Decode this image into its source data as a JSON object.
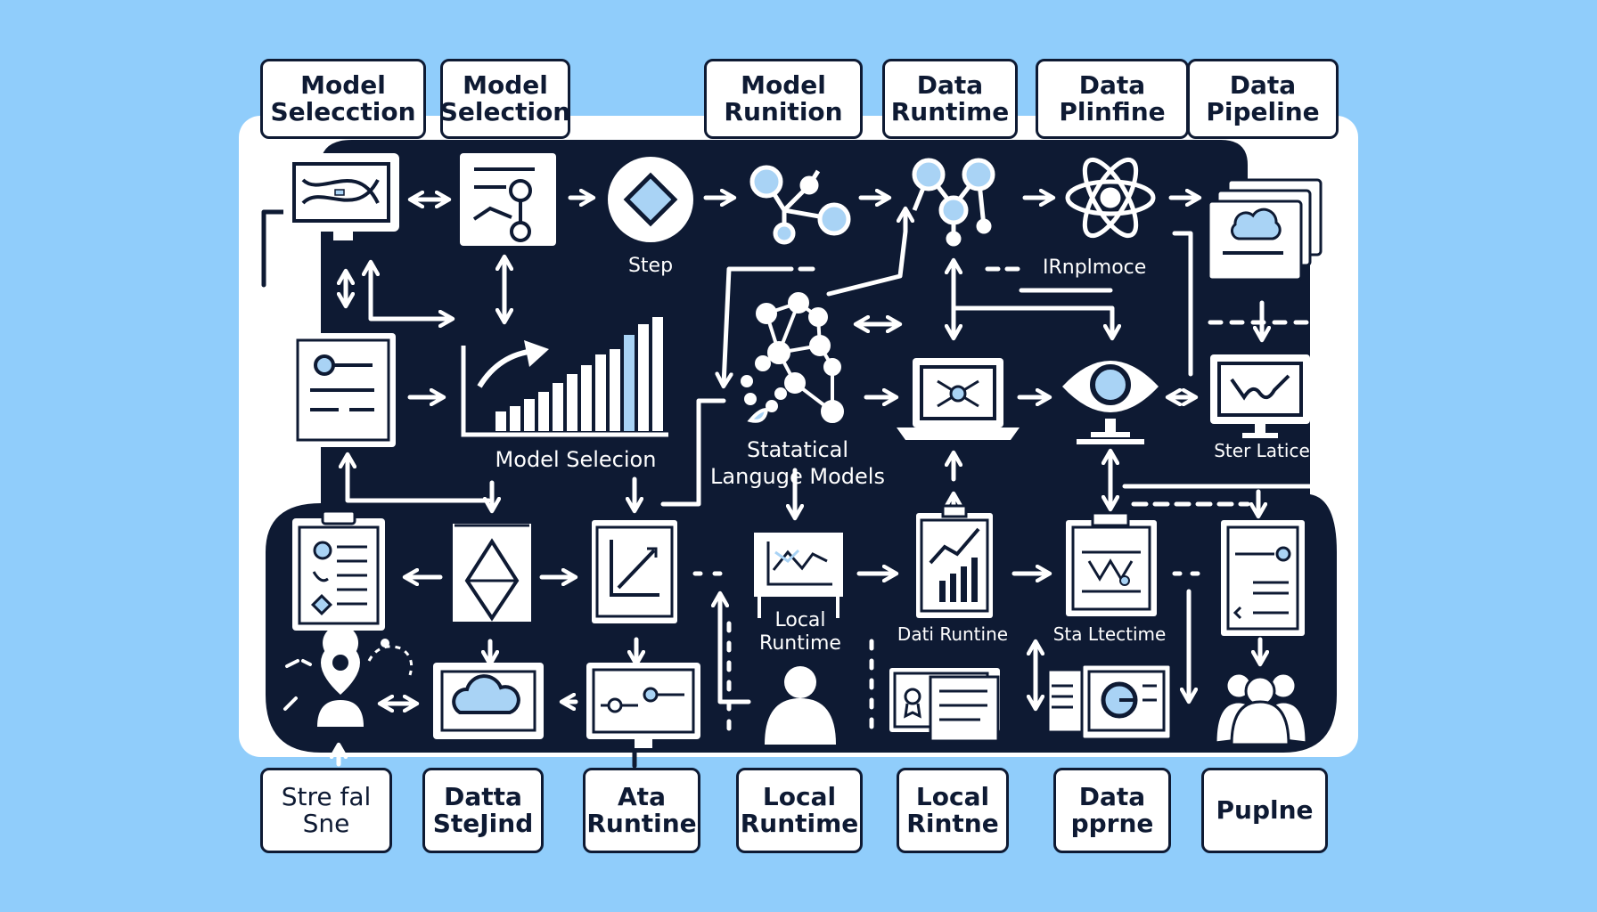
{
  "colors": {
    "background": "#90cdfb",
    "panel": "#0e1a33",
    "white": "#ffffff",
    "accent": "#a9d3f5"
  },
  "top_cards": [
    {
      "id": "c1",
      "text": "Model\nSelecction"
    },
    {
      "id": "c2",
      "text": "Model\nSelection"
    },
    {
      "id": "c3",
      "text": "Model\nRunition"
    },
    {
      "id": "c4",
      "text": "Data\nRuntime"
    },
    {
      "id": "c5",
      "text": "Data\nPlinfine"
    },
    {
      "id": "c6",
      "text": "Data\nPipeline"
    }
  ],
  "bottom_cards": [
    {
      "id": "b1",
      "text": "Stre fal\nSne"
    },
    {
      "id": "b2",
      "text": "Datta\nSteJind"
    },
    {
      "id": "b3",
      "text": "Ata\nRuntine"
    },
    {
      "id": "b4",
      "text": "Local\nRuntime"
    },
    {
      "id": "b5",
      "text": "Local\nRintne"
    },
    {
      "id": "b6",
      "text": "Data\npprne"
    },
    {
      "id": "b7",
      "text": "Puplne"
    }
  ],
  "labels": {
    "step": "Step",
    "irnplmoce": "IRnplmoce",
    "model_selection": "Model Selecion",
    "statistical": "Statatical\nLanguge Models",
    "ster_latice": "Ster Latice",
    "local_runtime": "Local\nRuntime",
    "dati_runtine": "Dati Runtine",
    "sta_ltectime": "Sta Ltectime"
  },
  "icons": [
    "monitor-icon",
    "flowchart-icon",
    "diamond-circle-icon",
    "node-graph-icon",
    "node-graph-2-icon",
    "atom-icon",
    "stacked-cloud-monitors-icon",
    "document-icon",
    "bar-chart-icon",
    "network-icon",
    "laptop-icon",
    "eye-monitor-icon",
    "wave-monitor-icon",
    "clipboard-icon",
    "diamond-panel-icon",
    "trend-panel-icon",
    "line-chart-panel-icon",
    "bar-chart-clipboard-icon",
    "gauge-clipboard-icon",
    "list-document-icon",
    "location-person-icon",
    "cloud-monitor-icon",
    "slider-monitor-icon",
    "person-icon",
    "certificate-monitor-icon",
    "pie-monitors-icon",
    "people-group-icon"
  ]
}
